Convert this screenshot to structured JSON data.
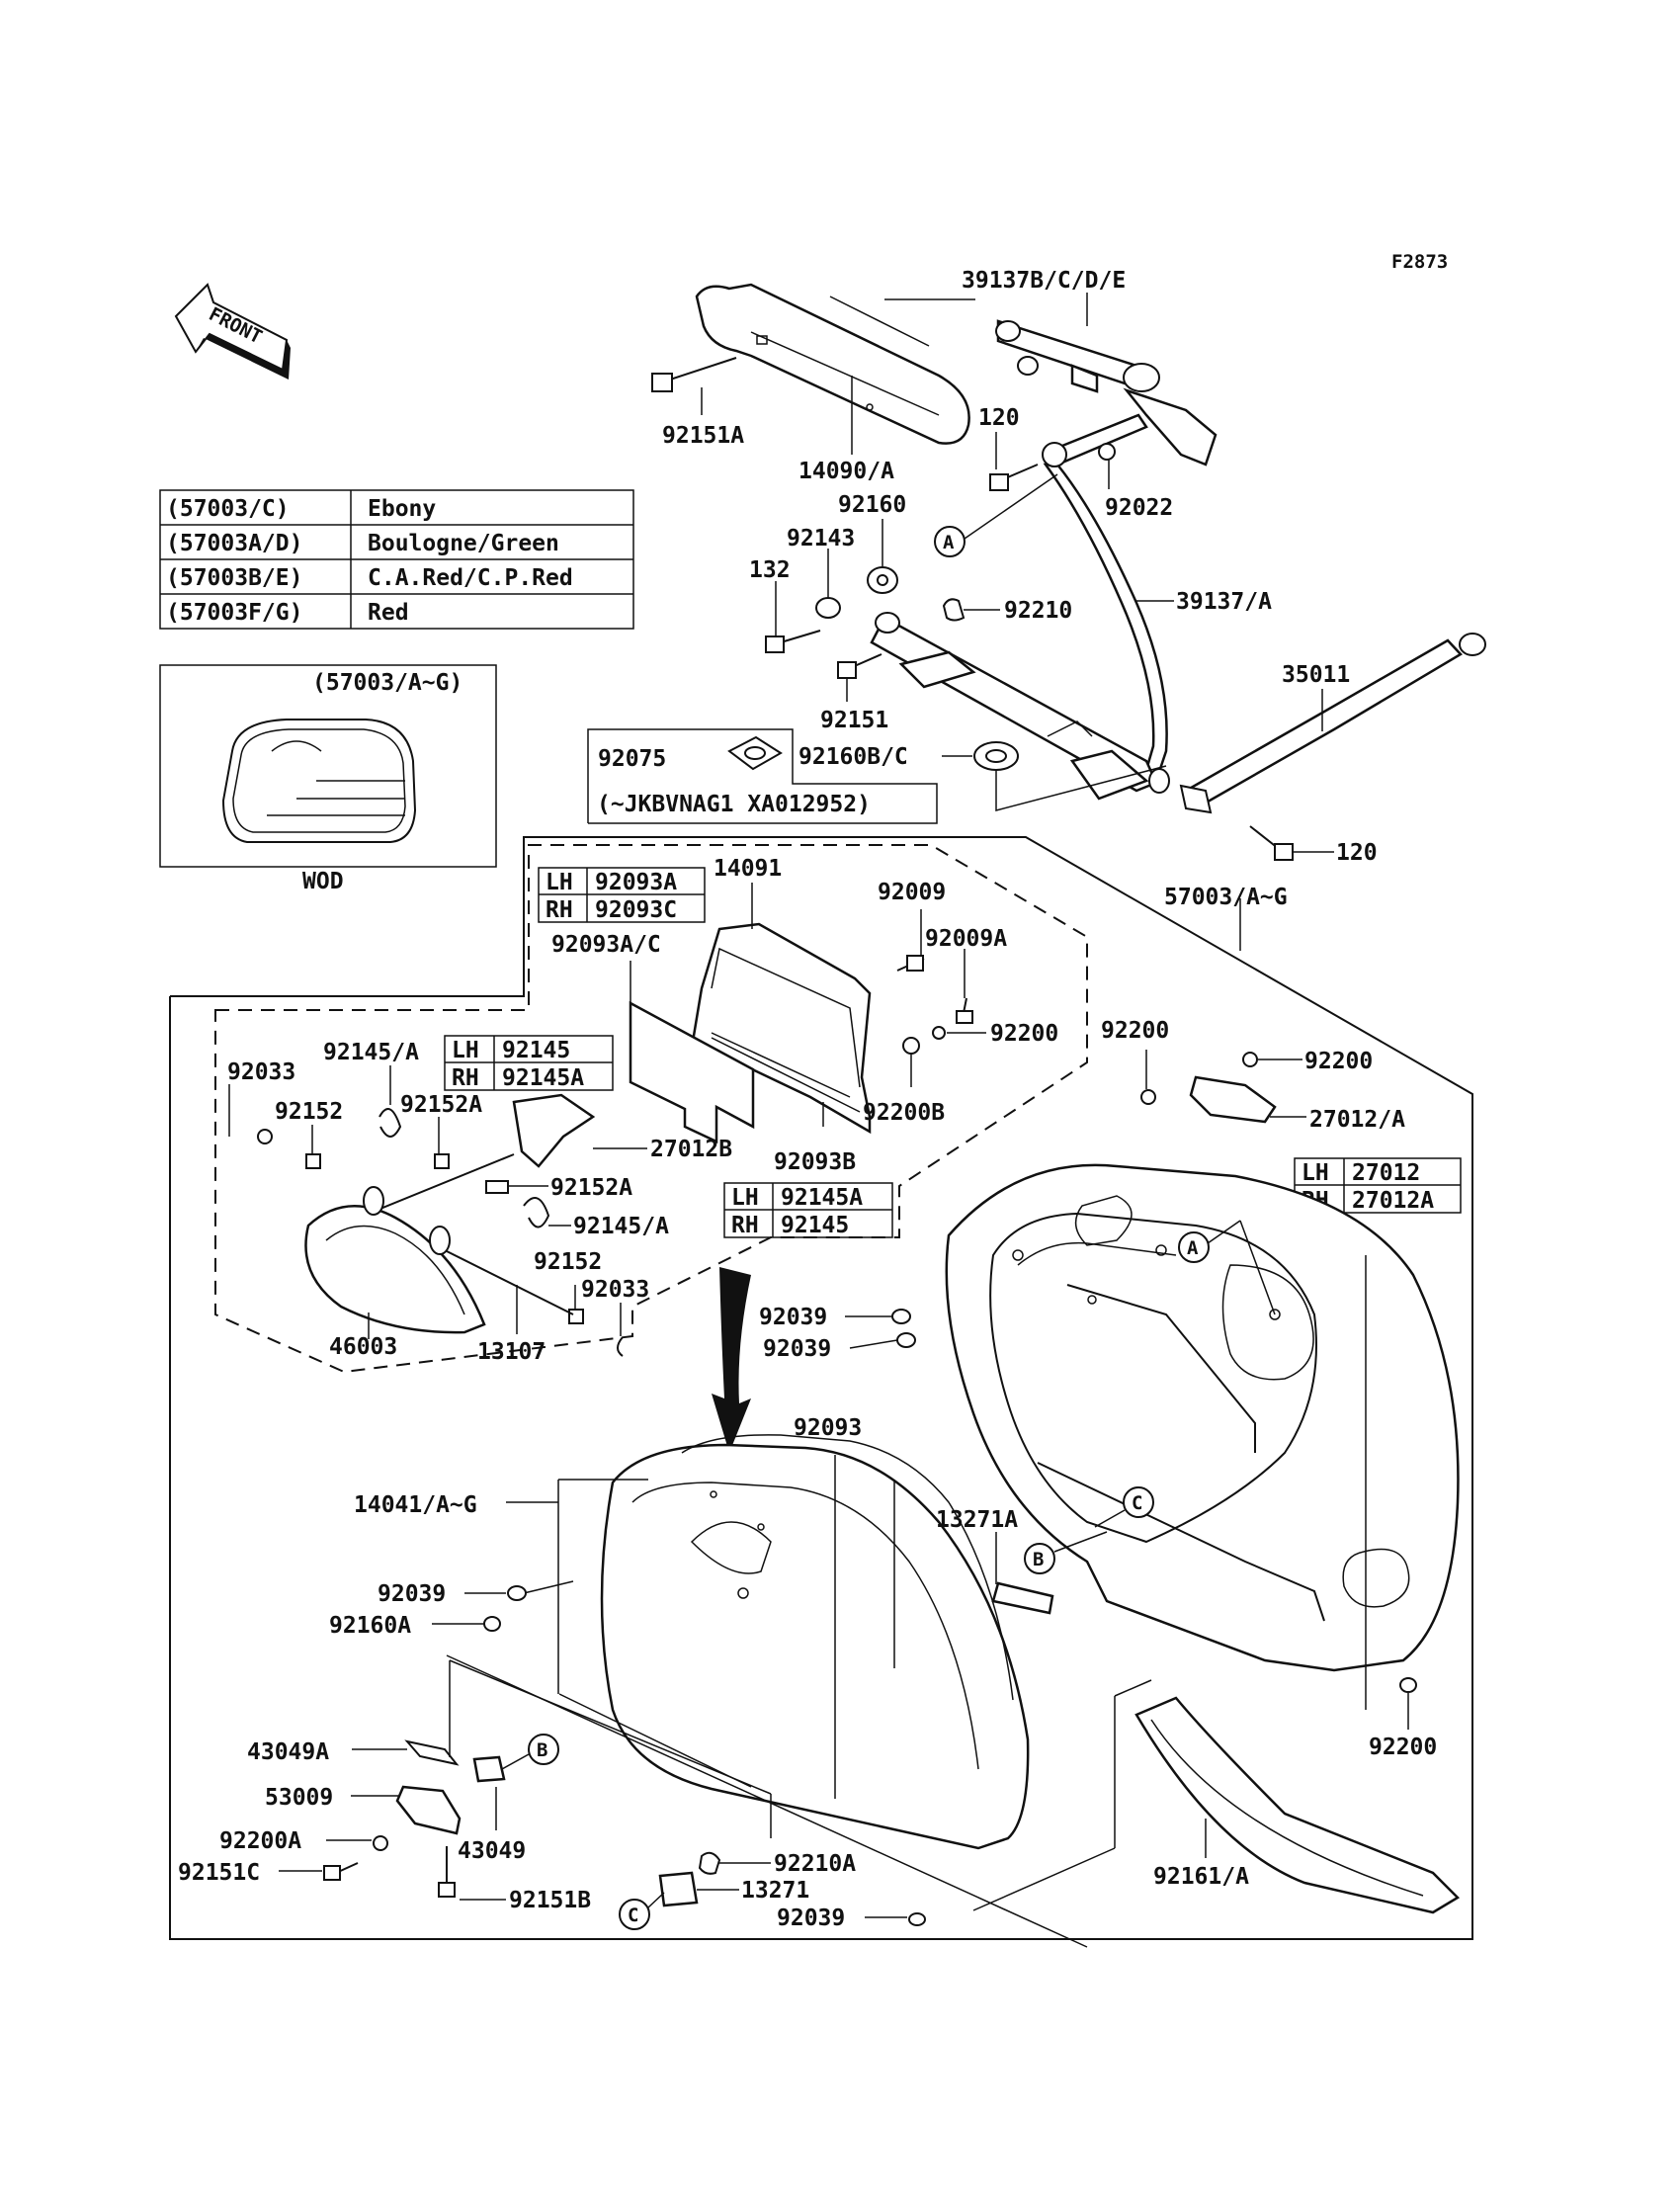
{
  "figure_code": "F2873",
  "front_label": "FRONT",
  "color_table": [
    {
      "code": "(57003/C)",
      "color": "Ebony"
    },
    {
      "code": "(57003A/D)",
      "color": "Boulogne/Green"
    },
    {
      "code": "(57003B/E)",
      "color": "C.A.Red/C.P.Red"
    },
    {
      "code": "(57003F/G)",
      "color": "Red"
    }
  ],
  "inset": {
    "title": "(57003/A~G)",
    "caption": "WOD"
  },
  "serial_box": {
    "part": "92075",
    "note": "(~JKBVNAG1 XA012952)"
  },
  "side_tables": {
    "t92093": [
      {
        "side": "LH",
        "part": "92093A"
      },
      {
        "side": "RH",
        "part": "92093C"
      }
    ],
    "t92145": [
      {
        "side": "LH",
        "part": "92145"
      },
      {
        "side": "RH",
        "part": "92145A"
      }
    ],
    "t92145b": [
      {
        "side": "LH",
        "part": "92145A"
      },
      {
        "side": "RH",
        "part": "92145"
      }
    ],
    "t27012": [
      {
        "side": "LH",
        "part": "27012"
      },
      {
        "side": "RH",
        "part": "27012A"
      }
    ]
  },
  "refs": {
    "A": "A",
    "B": "B",
    "C": "C"
  },
  "parts": {
    "p39137bcde": "39137B/C/D/E",
    "p92151A": "92151A",
    "p14090A": "14090/A",
    "p120a": "120",
    "p92022": "92022",
    "p92160": "92160",
    "p92143": "92143",
    "p132": "132",
    "p92210": "92210",
    "p39137A": "39137/A",
    "p35011": "35011",
    "p92151": "92151",
    "p92160BC": "92160B/C",
    "p120b": "120",
    "p57003AG": "57003/A~G",
    "p14091": "14091",
    "p92009": "92009",
    "p92009A": "92009A",
    "p92093AC": "92093A/C",
    "p92200a": "92200",
    "p92200b": "92200",
    "p92200c": "92200",
    "p92200B": "92200B",
    "p92093B": "92093B",
    "p27012A": "27012/A",
    "p92033a": "92033",
    "p92145A_a": "92145/A",
    "p92152a": "92152",
    "p92152A_a": "92152A",
    "p27012B": "27012B",
    "p92152A_b": "92152A",
    "p92145A_b": "92145/A",
    "p92152b": "92152",
    "p92033b": "92033",
    "p46003": "46003",
    "p13107": "13107",
    "p92039a": "92039",
    "p92039b": "92039",
    "p92093": "92093",
    "p14041AG": "14041/A~G",
    "p13271A": "13271A",
    "p92039c": "92039",
    "p92160A": "92160A",
    "p43049A": "43049A",
    "p53009": "53009",
    "p92200A": "92200A",
    "p92151C": "92151C",
    "p43049": "43049",
    "p92151B": "92151B",
    "p92210A": "92210A",
    "p13271": "13271",
    "p92039d": "92039",
    "p92200d": "92200",
    "p92161A": "92161/A"
  }
}
